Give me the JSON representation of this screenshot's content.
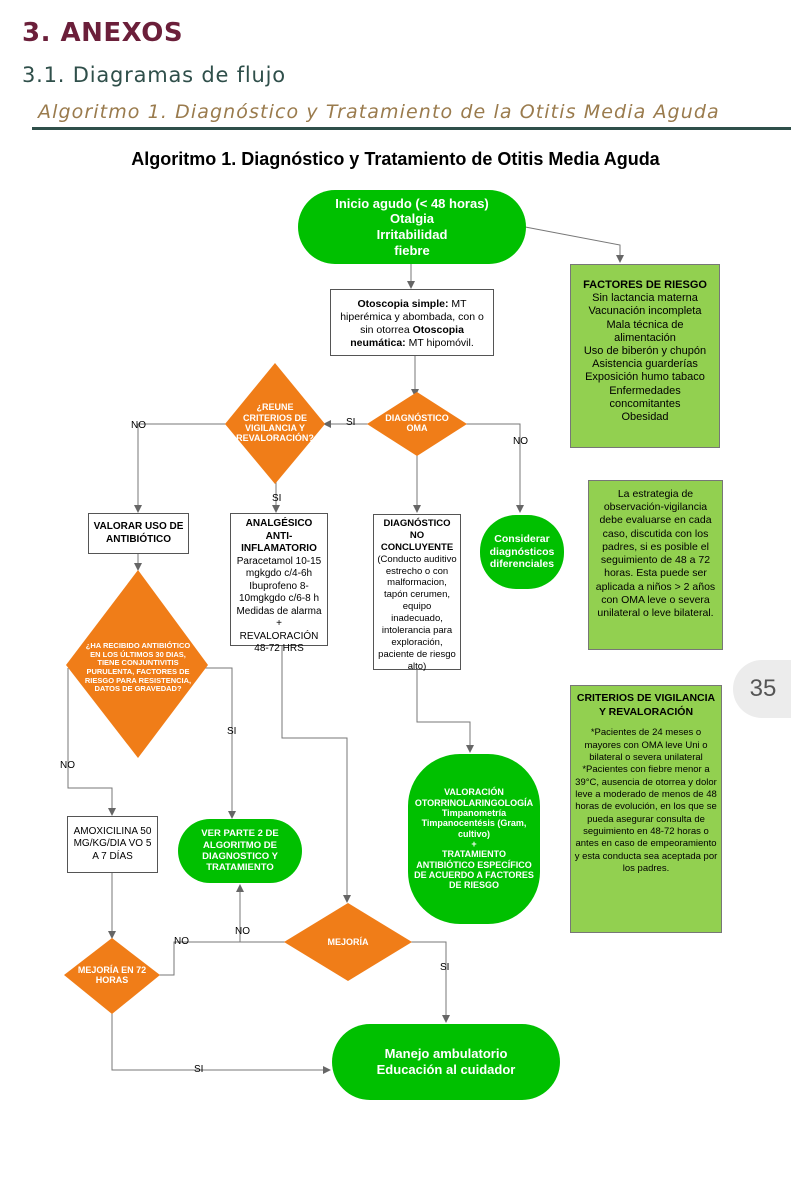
{
  "header": {
    "section_title": "3. ANEXOS",
    "subsection_title": "3.1. Diagramas de flujo",
    "algorithm_title": "Algoritmo 1. Diagnóstico y Tratamiento de la Otitis Media Aguda"
  },
  "diagram": {
    "title": "Algoritmo 1. Diagnóstico y Tratamiento de Otitis  Media Aguda",
    "start": [
      "Inicio agudo (< 48 horas)",
      "Otalgia",
      "Irritabilidad",
      "fiebre"
    ],
    "otoscopy": {
      "b1": "Otoscopia simple:",
      "t1": " MT hiperémica y abombada, con o sin otorrea",
      "b2": "Otoscopia neumática:",
      "t2": " MT hipomóvil."
    },
    "risk_factors": {
      "title": "FACTORES DE RIESGO",
      "items": [
        "Sin lactancia materna",
        "Vacunación incompleta",
        "Mala técnica de alimentación",
        "Uso de biberón y chupón",
        "Asistencia guarderías",
        "Exposición humo tabaco",
        "Enfermedades concomitantes",
        "Obesidad"
      ]
    },
    "diag_oma": "DIAGNÓSTICO OMA",
    "diag_criteria": "¿REUNE CRITERIOS DE VIGILANCIA Y REVALORACIÓN?",
    "labels": {
      "si_criteria": "SI",
      "no_criteria": "NO",
      "si_analgesic": "SI",
      "no_differential": "NO",
      "si_amoxicillin": "SI",
      "no_amoxicillin": "NO",
      "no_mejoria72": "NO",
      "no_mejoria": "NO",
      "si_mejoria": "SI",
      "si_bottom": "SI"
    },
    "valorar": "VALORAR USO DE ANTIBIÓTICO",
    "analgesic": {
      "title": "ANALGÉSICO ANTI-INFLAMATORIO",
      "body": [
        "Paracetamol 10-15 mgkgdo c/4-6h",
        "Ibuprofeno 8-10mgkgdo c/6-8 h",
        "Medidas de alarma",
        "+",
        "REVALORACIÓN 48-72 HRS"
      ]
    },
    "non_conclusive": {
      "title": "DIAGNÓSTICO NO CONCLUYENTE",
      "body": "(Conducto auditivo estrecho o con malformacion, tapón cerumen, equipo inadecuado, intolerancia para exploración, paciente de riesgo alto)"
    },
    "differential": "Considerar diagnósticos diferenciales",
    "strategy_note": "La estrategia de observación-vigilancia debe evaluarse en cada caso, discutida con los padres, si es posible el seguimiento de 48 a 72 horas. Esta puede ser aplicada a niños > 2 años con OMA leve o severa unilateral o leve bilateral.",
    "antibiotic_question": "¿HA RECIBIDO ANTIBIÓTICO EN LOS ÚLTIMOS 30 DIAS, TIENE CONJUNTIVITIS PURULENTA, FACTORES DE RIESGO PARA RESISTENCIA, DATOS DE GRAVEDAD?",
    "criteria_box": {
      "title": "CRITERIOS DE VIGILANCIA Y REVALORACIÓN",
      "p1": "*Pacientes de 24 meses o mayores con OMA leve Uni o bilateral o severa unilateral",
      "p2": "*Pacientes con fiebre menor a 39°C, ausencia de otorrea y dolor leve a moderado de menos  de 48 horas de evolución, en los que se pueda asegurar consulta de seguimiento en 48-72 horas o antes en caso de empeoramiento y esta conducta sea aceptada por los padres."
    },
    "ent": {
      "l1": "VALORACIÓN OTORRINOLARINGOLOGÍA",
      "l2": "Timpanometría",
      "l3": "Timpanocentésis (Gram, cultivo)",
      "l4": "+",
      "l5": "TRATAMIENTO ANTIBIÓTICO ESPECÍFICO DE ACUERDO A FACTORES DE RIESGO"
    },
    "amoxicillin": "AMOXICILINA 50 MG/KG/DIA VO 5 A 7 DÍAS",
    "ver_parte2": "VER PARTE 2 DE ALGORITMO DE DIAGNOSTICO Y TRATAMIENTO",
    "mejoria": "MEJORÍA",
    "mejoria72": "MEJORÍA EN 72 HORAS",
    "ambulatory": [
      "Manejo ambulatorio",
      "Educación al cuidador"
    ]
  },
  "page_number": "35",
  "colors": {
    "green_terminal": "#00c000",
    "orange_decision": "#f07d18",
    "light_green_box": "#92d050",
    "section_maroon": "#6b1f3a"
  }
}
